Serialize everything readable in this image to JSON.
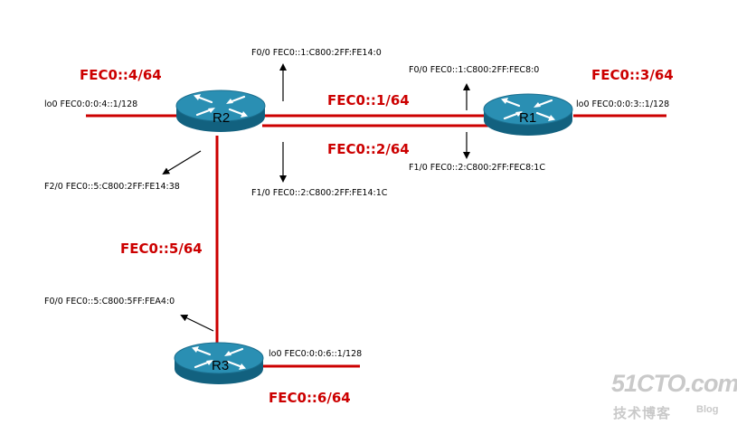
{
  "colors": {
    "link": "#cc0000",
    "subnet_text": "#cc0000",
    "router_top": "#2a8fb3",
    "router_side": "#12617f",
    "router_arrows": "#ffffff",
    "watermark": "#c9c9c9"
  },
  "icons": {
    "router": "router-icon",
    "direction": "arrow-icon"
  },
  "routers": [
    {
      "id": "R1",
      "name": "R1"
    },
    {
      "id": "R2",
      "name": "R2"
    },
    {
      "id": "R3",
      "name": "R3"
    }
  ],
  "subnets": {
    "r2_lo0": "FEC0::4/64",
    "r1_lo0": "FEC0::3/64",
    "link1": "FEC0::1/64",
    "link2": "FEC0::2/64",
    "r2_r3": "FEC0::5/64",
    "r3_lo0": "FEC0::6/64"
  },
  "interfaces": {
    "r2_f00": "F0/0 FEC0::1:C800:2FF:FE14:0",
    "r1_f00": "F0/0 FEC0::1:C800:2FF:FEC8:0",
    "r2_lo0": "lo0 FEC0:0:0:4::1/128",
    "r1_lo0": "lo0 FEC0:0:0:3::1/128",
    "r1_f10": "F1/0 FEC0::2:C800:2FF:FEC8:1C",
    "r2_f20": "F2/0 FEC0::5:C800:2FF:FE14:38",
    "r2_f10": "F1/0 FEC0::2:C800:2FF:FE14:1C",
    "r3_f00": "F0/0 FEC0::5:C800:5FF:FEA4:0",
    "r3_lo0": "lo0 FEC0:0:0:6::1/128"
  },
  "watermark": {
    "site": "51CTO.com",
    "sub": "技术博客",
    "blog": "Blog"
  }
}
